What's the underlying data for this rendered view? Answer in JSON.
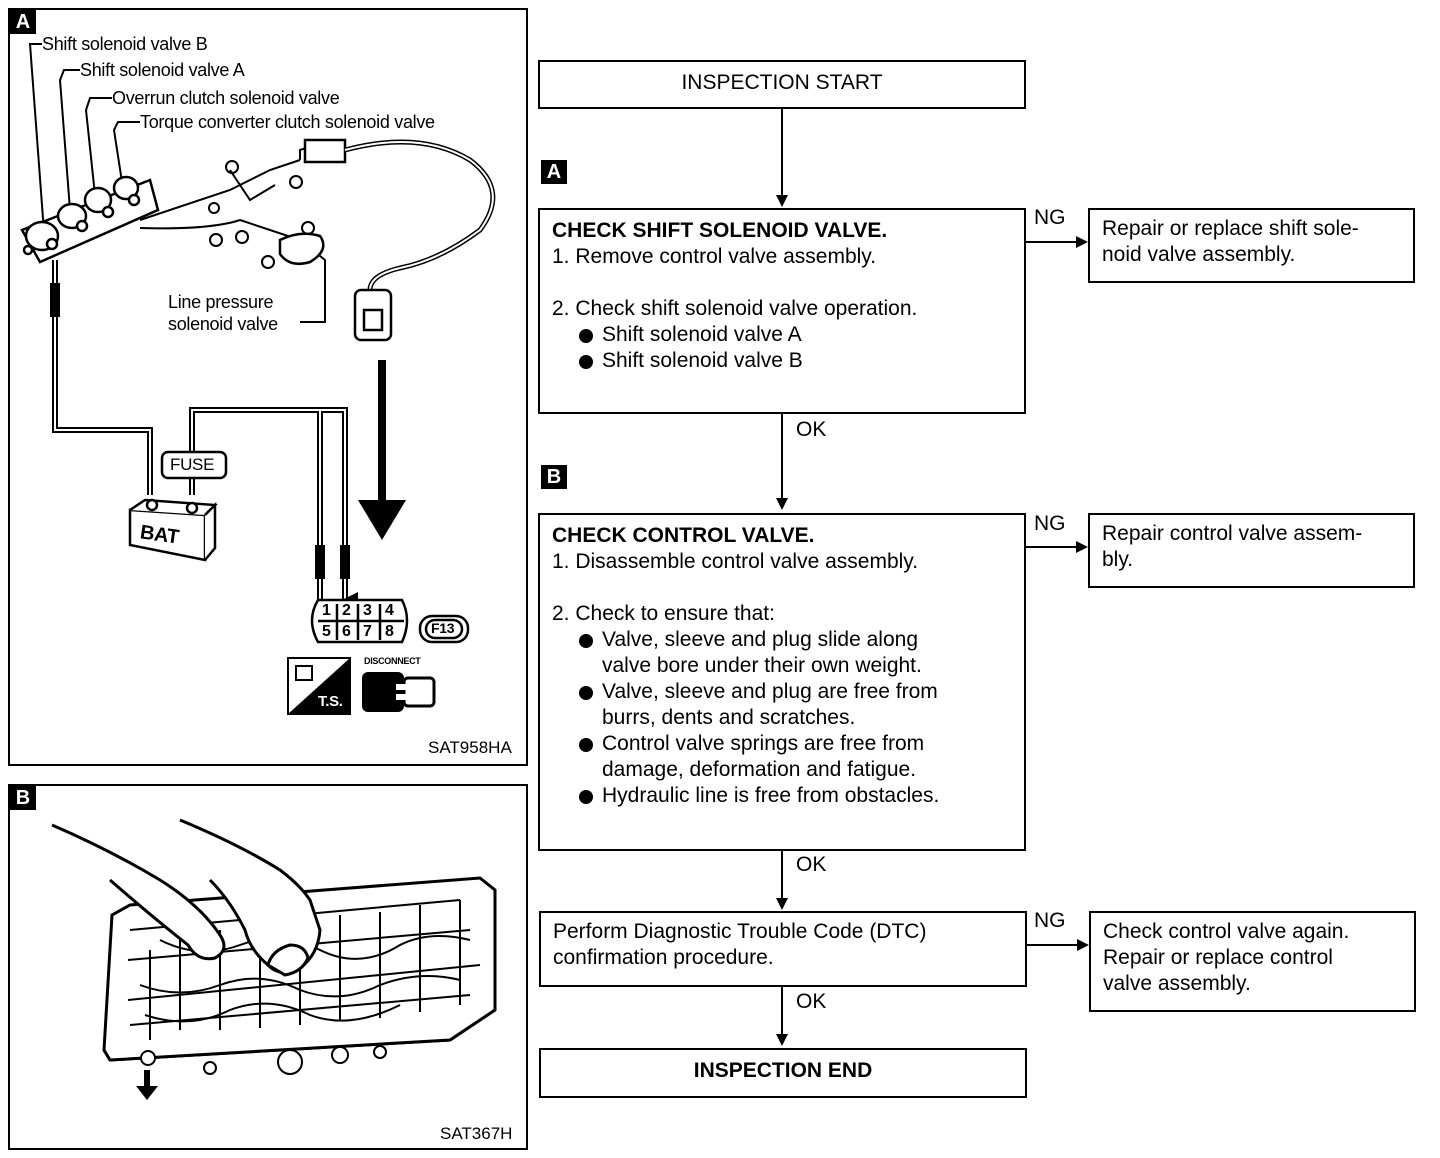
{
  "panel_a": {
    "badge": "A",
    "labels": {
      "shift_b": "Shift solenoid valve B",
      "shift_a": "Shift solenoid valve A",
      "overrun": "Overrun clutch solenoid valve",
      "torque": "Torque converter clutch solenoid valve",
      "line1": "Line pressure",
      "line2": "solenoid valve",
      "fuse": "FUSE",
      "bat": "BAT",
      "pins_top": [
        "1",
        "2",
        "3",
        "4"
      ],
      "pins_bottom": [
        "5",
        "6",
        "7",
        "8"
      ],
      "connector": "F13",
      "ts": "T.S.",
      "disconnect": "DISCONNECT"
    },
    "code": "SAT958HA"
  },
  "panel_b": {
    "badge": "B",
    "code": "SAT367H"
  },
  "flow": {
    "start": "INSPECTION START",
    "marker_a": "A",
    "marker_b": "B",
    "step1": {
      "title": "CHECK SHIFT SOLENOID VALVE.",
      "line1": "1. Remove control valve assembly.",
      "line2": "2. Check shift solenoid valve operation.",
      "bullet1": "Shift solenoid valve A",
      "bullet2": "Shift solenoid valve B"
    },
    "ng1_box": [
      "Repair or replace shift sole-",
      "noid valve assembly."
    ],
    "step2": {
      "title": "CHECK CONTROL VALVE.",
      "line1": "1. Disassemble control valve assembly.",
      "line2": "2. Check to ensure that:",
      "b1": [
        "Valve, sleeve and plug slide along",
        "valve bore under their own weight."
      ],
      "b2": [
        "Valve, sleeve and plug are free from",
        "burrs, dents and scratches."
      ],
      "b3": [
        "Control valve springs are free from",
        "damage, deformation and fatigue."
      ],
      "b4": "Hydraulic line is free from obstacles."
    },
    "ng2_box": [
      "Repair control valve assem-",
      "bly."
    ],
    "step3": [
      "Perform Diagnostic Trouble Code (DTC)",
      "confirmation procedure."
    ],
    "ng3_box": [
      "Check control valve again.",
      "Repair or replace control",
      "valve assembly."
    ],
    "end": "INSPECTION END",
    "ng": "NG",
    "ok": "OK"
  }
}
